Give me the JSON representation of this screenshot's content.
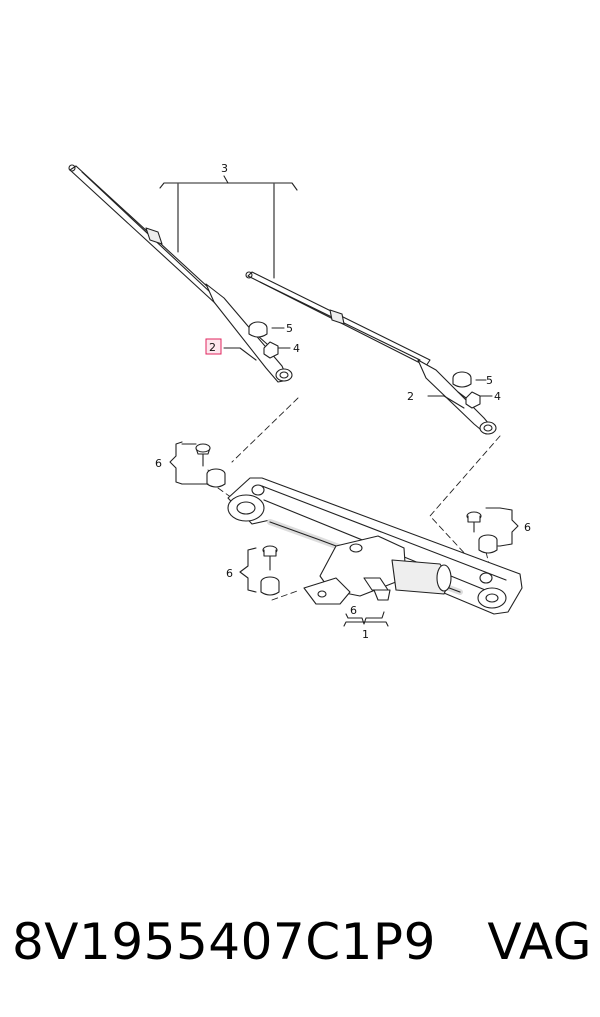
{
  "diagram": {
    "callouts": {
      "c1": "1",
      "c2_left": "2",
      "c2_right": "2",
      "c3": "3",
      "c4_left": "4",
      "c4_right": "4",
      "c5_left": "5",
      "c5_right": "5",
      "c6_top_left": "6",
      "c6_right": "6",
      "c6_bottom_left": "6",
      "c6_bottom": "6"
    },
    "highlighted_callout": "c2_left",
    "highlight_color": "#e0245e"
  },
  "footer": {
    "part_number": "8V1955407C1P9",
    "brand": "VAG"
  }
}
